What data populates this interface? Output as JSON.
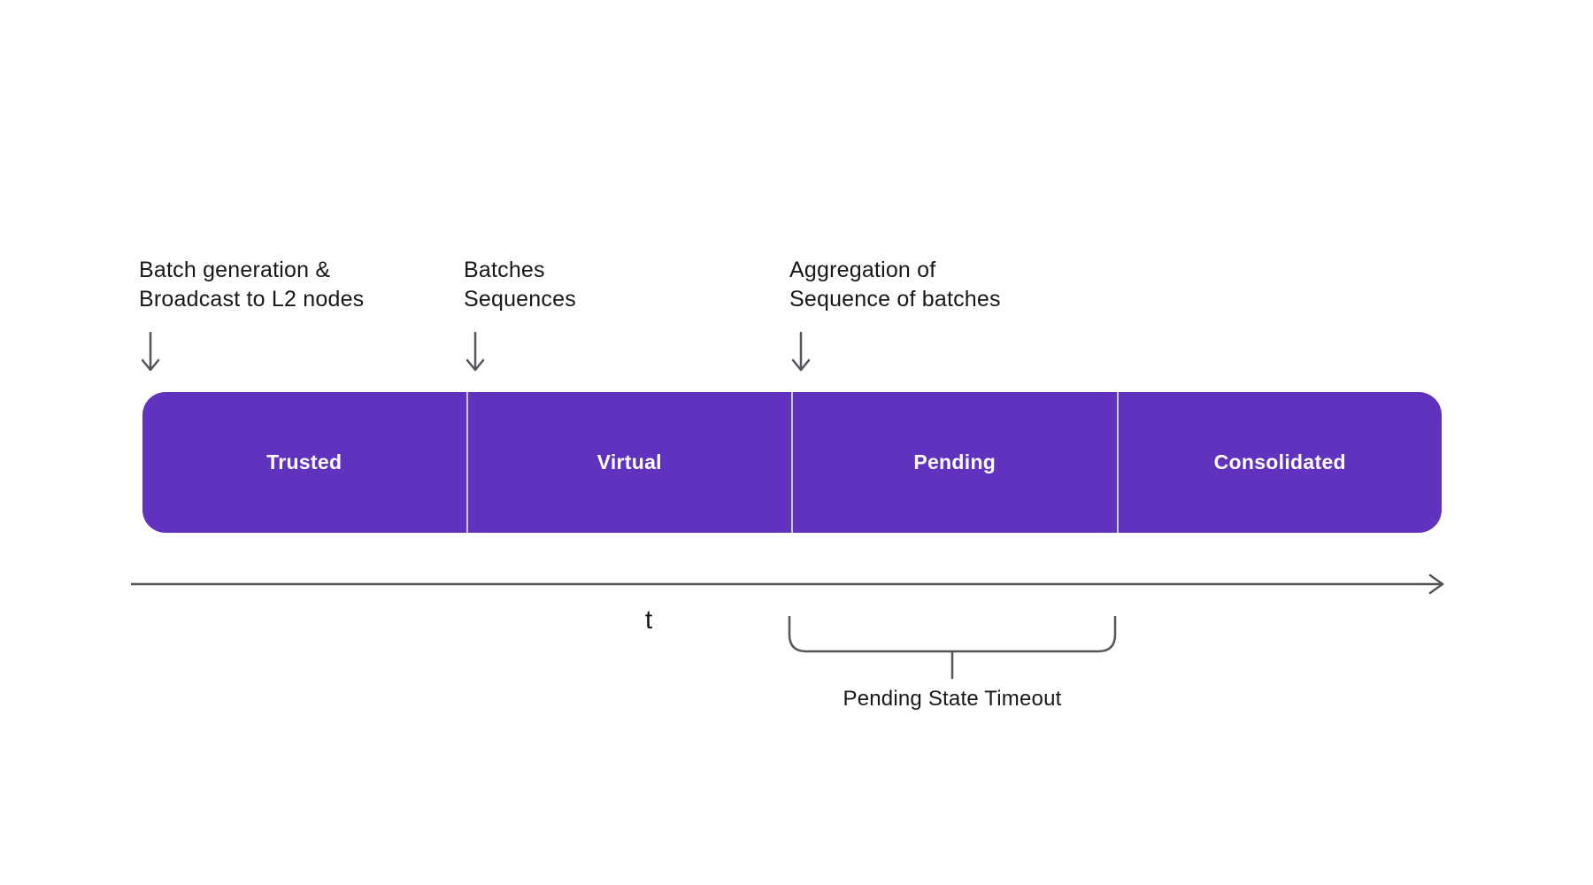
{
  "page": {
    "background": "#ffffff"
  },
  "text_color": "#17181b",
  "annotations": [
    {
      "text": "Batch generation &\nBroadcast to L2 nodes",
      "icon": "down-arrow"
    },
    {
      "text": "Batches\nSequences",
      "icon": "down-arrow"
    },
    {
      "text": "Aggregation of\nSequence of batches",
      "icon": "down-arrow"
    }
  ],
  "timeline_bar": {
    "stages": [
      {
        "label": "Trusted"
      },
      {
        "label": "Virtual"
      },
      {
        "label": "Pending"
      },
      {
        "label": "Consolidated"
      }
    ],
    "color": "#6132bd",
    "divider_color": "#c9c9c9",
    "label_color": "#ffffff"
  },
  "time_axis": {
    "label": "t",
    "color": "#54565c"
  },
  "brace": {
    "label": "Pending State Timeout"
  }
}
